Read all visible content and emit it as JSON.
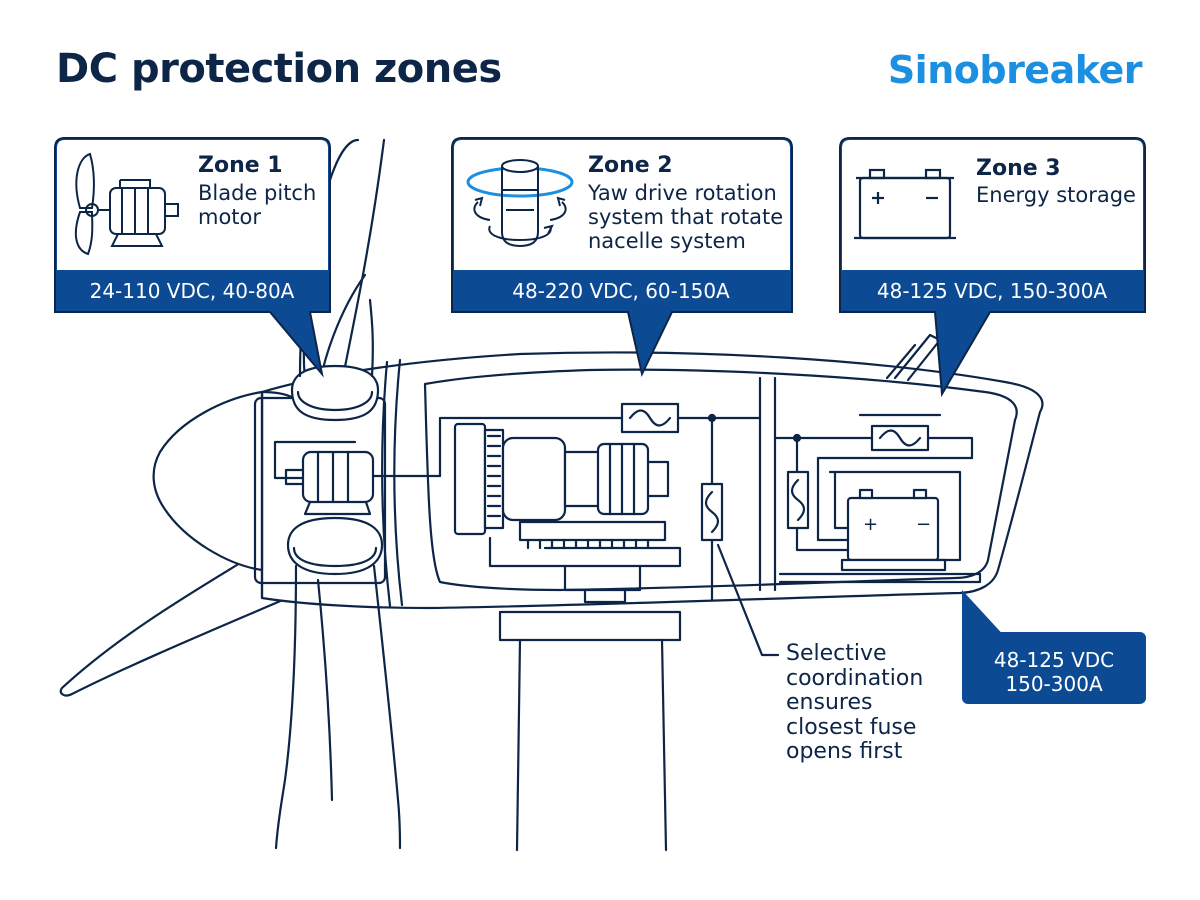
{
  "title": "DC protection zones",
  "brand": "Sinobreaker",
  "colors": {
    "navy": "#0d2547",
    "band": "#0c4a93",
    "brand": "#1d8fe0",
    "line": "#0d2547"
  },
  "zones": [
    {
      "title": "Zone 1",
      "description": "Blade pitch\nmotor",
      "rating": "24-110 VDC, 40-80A",
      "icon": "pitch-motor-icon"
    },
    {
      "title": "Zone 2",
      "description": "Yaw drive rotation\nsystem that rotate\nnacelle system",
      "rating": "48-220 VDC, 60-150A",
      "icon": "yaw-drive-icon"
    },
    {
      "title": "Zone 3",
      "description": "Energy storage",
      "rating": "48-125 VDC, 150-300A",
      "icon": "battery-icon"
    }
  ],
  "callout": "Selective\ncoordination\nensures\nclosest fuse\nopens first",
  "badge": {
    "line1": "48-125 VDC",
    "line2": "150-300A"
  },
  "battery_symbols": {
    "plus": "+",
    "minus": "−"
  }
}
